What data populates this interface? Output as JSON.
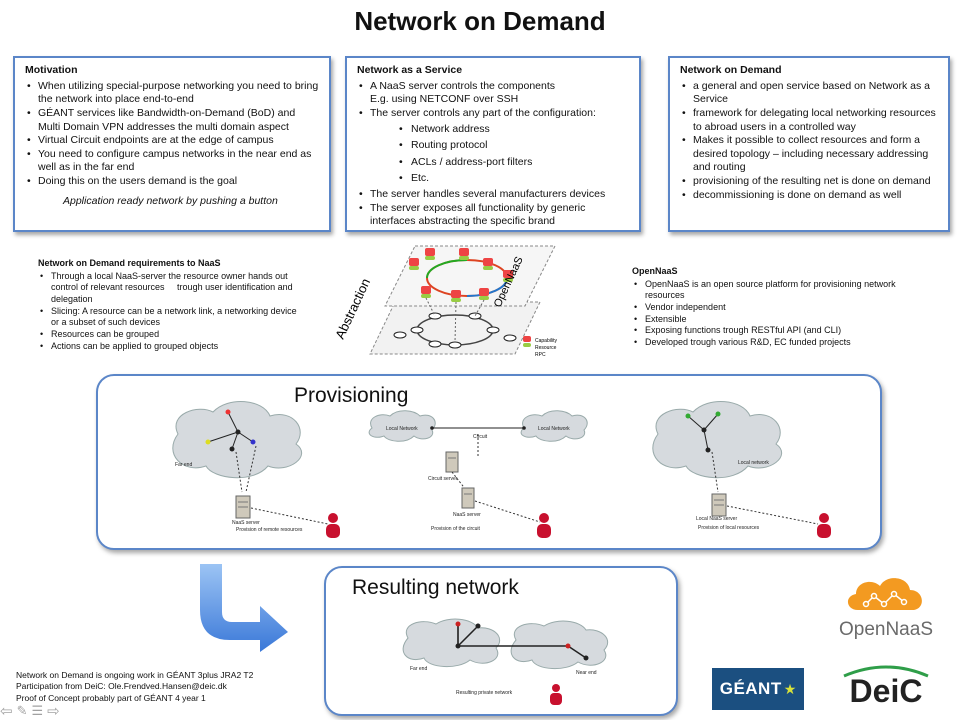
{
  "title": "Network on Demand",
  "motivation": {
    "heading": "Motivation",
    "items": [
      "When utilizing special-purpose networking you need to bring the network into place end-to-end",
      "GÉANT services like Bandwidth-on-Demand (BoD) and Multi Domain VPN addresses the multi domain aspect",
      "Virtual Circuit endpoints are at the edge of campus",
      "You need to configure campus networks in the near end as well as in the far end",
      "Doing this on the users demand is the goal"
    ],
    "tagline": "Application ready network by pushing a button"
  },
  "naas": {
    "heading": "Network as a Service",
    "items": [
      "A  NaaS server controls the components",
      "The server controls any part of the configuration:",
      "The server handles several manufacturers devices",
      "The server exposes all functionality by generic interfaces abstracting the specific brand"
    ],
    "item1_sub": "E.g. using NETCONF over SSH",
    "subitems": [
      "Network address",
      "Routing protocol",
      "ACLs / address-port filters",
      "Etc."
    ]
  },
  "nod": {
    "heading": "Network on Demand",
    "items": [
      "a general and open service based on Network as a Service",
      "framework for delegating local networking resources to abroad users in a controlled way",
      "Makes it possible to collect resources and form a desired topology – including necessary addressing and routing",
      "provisioning of the resulting net is done on demand",
      "decommissioning is done on demand as well"
    ]
  },
  "requirements": {
    "heading": "Network on Demand requirements to NaaS",
    "items": [
      "Through a local NaaS-server the resource owner hands out control of relevant resources     trough user identification and delegation",
      "Slicing: A resource can be a network link, a networking device or a subset of such devices",
      "Resources can be grouped",
      "Actions can be applied to grouped objects"
    ]
  },
  "opennaas_text": {
    "heading": "OpenNaaS",
    "items": [
      "OpenNaaS is an open source platform for provisioning network resources",
      "Vendor independent",
      "Extensible",
      "Exposing functions trough RESTful API   (and CLI)",
      "Developed trough various R&D, EC funded projects"
    ]
  },
  "diagram": {
    "abstraction_label": "Abstraction",
    "opennaas_label": "OpenNaaS",
    "legend": [
      "Capability",
      "Resource",
      "RPC"
    ]
  },
  "provisioning": {
    "heading": "Provisioning",
    "left": {
      "far_end": "Far end",
      "server": "NaaS server",
      "caption": "Provision of remote resources"
    },
    "middle": {
      "local_network_left": "Local Network",
      "local_network_right": "Local Network",
      "circuit": "Circuit",
      "circuit_server": "Circuit server",
      "naas_server": "NaaS server",
      "caption": "Provision of the circuit"
    },
    "right": {
      "local_network": "Local network",
      "server": "Local NaaS server",
      "caption": "Provision of local resources"
    }
  },
  "resulting": {
    "heading": "Resulting network",
    "far_end": "Far end",
    "near_end": "Near end",
    "caption": "Resulting private network"
  },
  "logos": {
    "opennaas": "OpenNaaS",
    "geant": "GÉANT",
    "deic": "DeiC"
  },
  "footer": [
    "Network on Demand is ongoing work in GÉANT 3plus  JRA2 T2",
    "Participation from DeiC: Ole.Frendved.Hansen@deic.dk",
    "Proof of Concept probably part of GÉANT 4 year 1"
  ],
  "colors": {
    "panel_border": "#5b86c8",
    "arrow": "#4f8fe0",
    "person": "#c8102e",
    "geant_bg": "#1b4f80",
    "opennaas_orange": "#f39a21"
  }
}
